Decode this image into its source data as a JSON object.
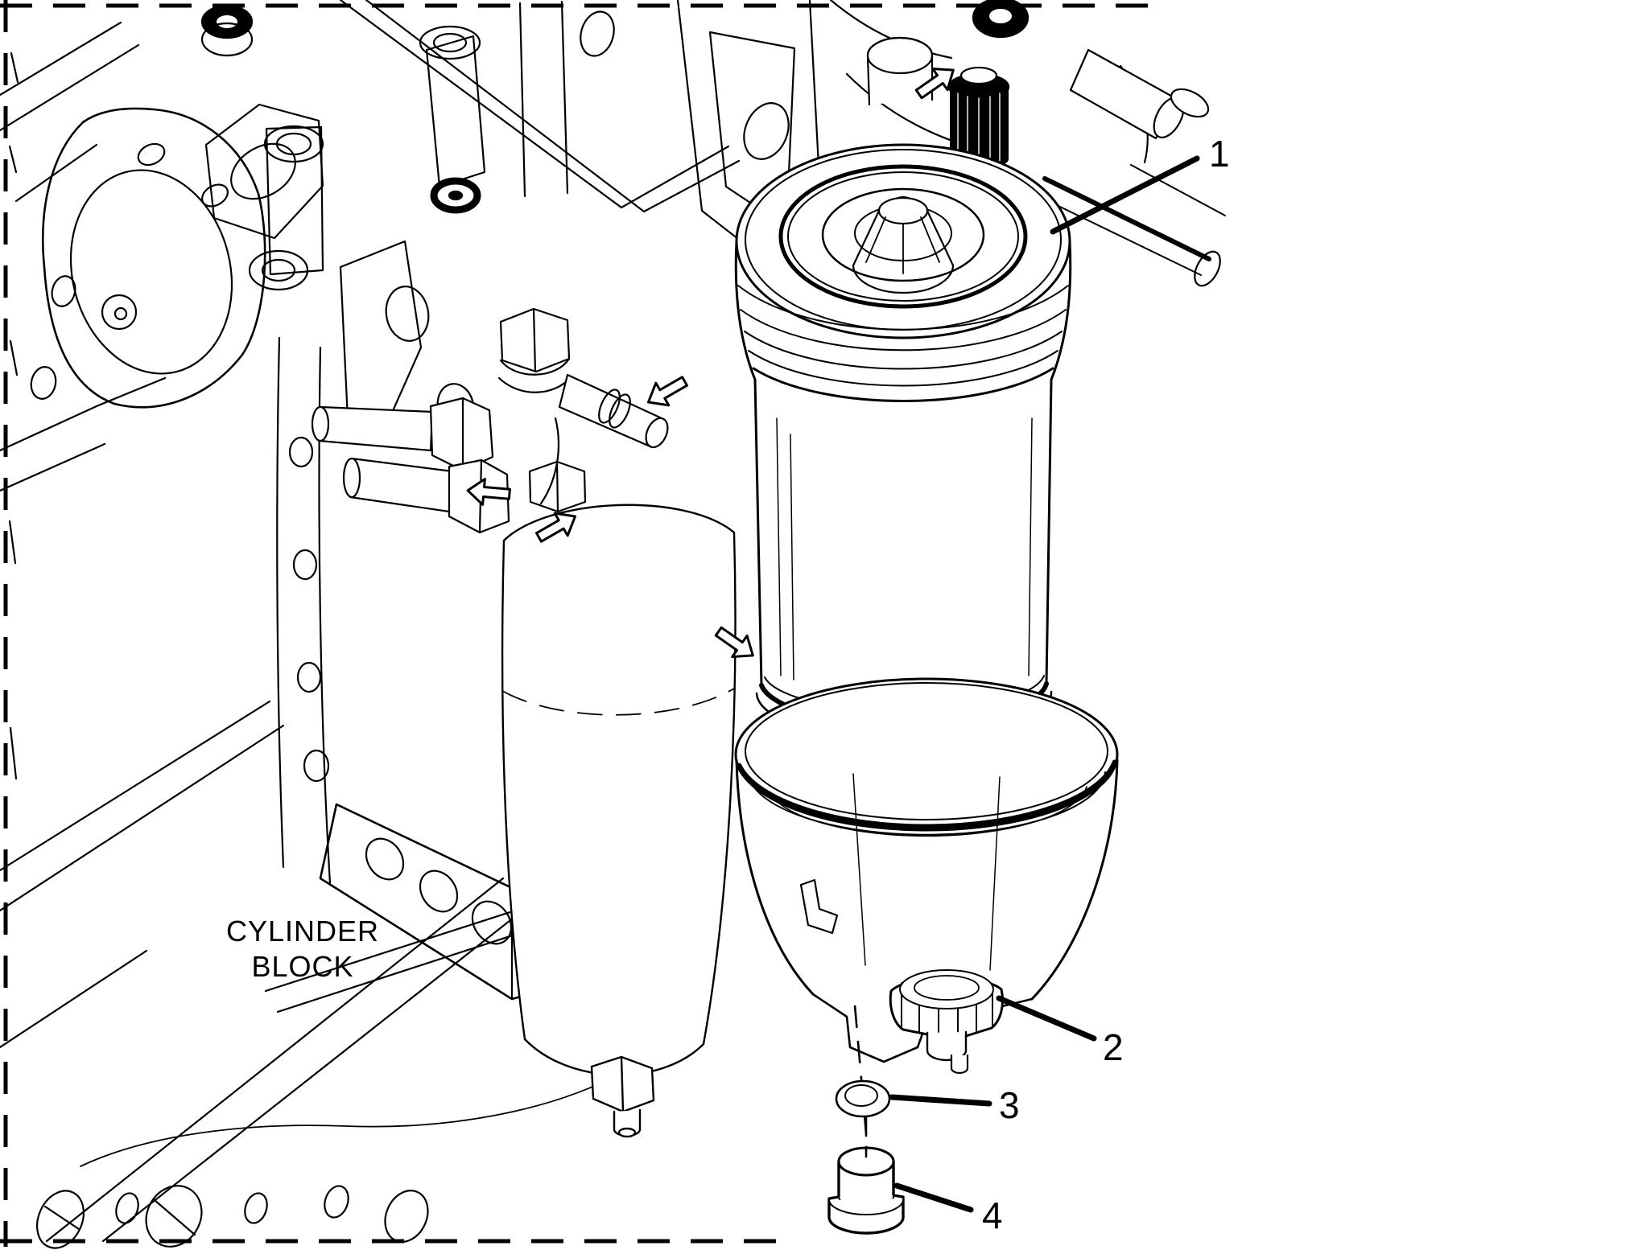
{
  "diagram": {
    "background_color": "#ffffff",
    "line_color": "#000000",
    "block_label": {
      "line1": "CYLINDER",
      "line2": "BLOCK"
    },
    "callouts": [
      {
        "number": "1"
      },
      {
        "number": "2"
      },
      {
        "number": "3"
      },
      {
        "number": "4"
      }
    ]
  }
}
